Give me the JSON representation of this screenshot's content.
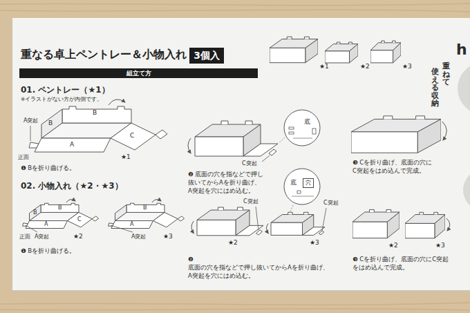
{
  "diagram": {
    "title": "重なる卓上ペントレー＆小物入れ",
    "nodes": [
      {
        "text": [
          "3個入"
        ]
      },
      {
        "text": [
          "組立て方"
        ]
      },
      {
        "text": [
          "底"
        ]
      },
      {
        "text": [
          "底"
        ]
      },
      {
        "text": [
          "穴"
        ],
        "in": 3
      }
    ],
    "labels": [
      "h",
      "重ねて",
      "使える収納",
      "★1",
      "★2",
      "★3",
      "01. ペントレー（★1）",
      "※イラストがない方が内側です。",
      "A突起",
      "B",
      "B",
      "A",
      "C",
      "正面",
      "★1",
      "❶ Bを折り曲げる。",
      "C突起",
      "❷ 底面の穴を指などで押し 抜いてからAを折り曲げ、 A突起を穴にはめ込む。",
      "❸ Cを折り曲げ、底面の穴に C突起をはめ込んで完成。",
      "02. 小物入れ（★2・★3）",
      "B",
      "B",
      "A",
      "C",
      "正面",
      "A突起",
      "★2",
      "B",
      "A",
      "A突起",
      "★3",
      "❶ Bを折り曲げる。",
      "C突起",
      "★2",
      "C突起",
      "★3",
      "❷ 底面の穴を指などで押し抜いてからAを折り曲げ、 A突起を穴にはめ込む。",
      "★2",
      "★3",
      "❸ Cを折り曲げ、底面の穴にC突起 をはめ込んで完成。"
    ]
  }
}
